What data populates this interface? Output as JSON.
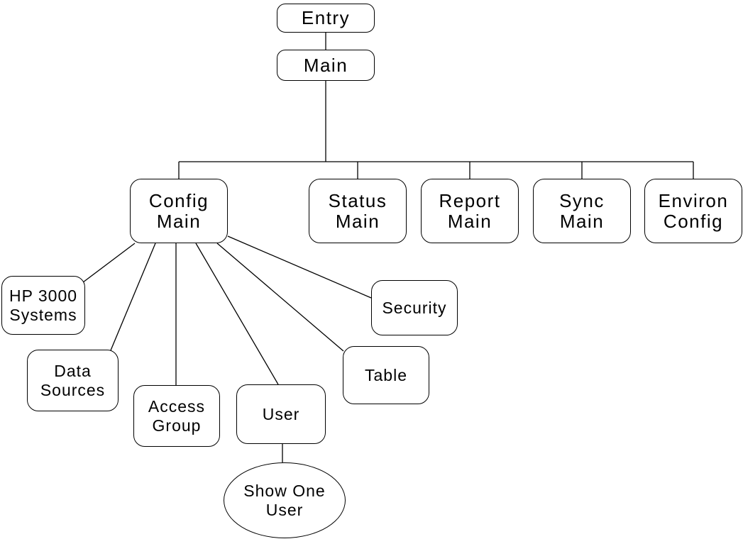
{
  "diagram": {
    "type": "menu-hierarchy-tree",
    "background_color": "#ffffff",
    "line_color": "#000000",
    "text_color": "#000000",
    "nodes": {
      "entry": {
        "label": "Entry",
        "shape": "rounded-box"
      },
      "main": {
        "label": "Main",
        "shape": "rounded-box"
      },
      "config_main": {
        "label": "Config\nMain",
        "shape": "rounded-box"
      },
      "status_main": {
        "label": "Status\nMain",
        "shape": "rounded-box"
      },
      "report_main": {
        "label": "Report\nMain",
        "shape": "rounded-box"
      },
      "sync_main": {
        "label": "Sync\nMain",
        "shape": "rounded-box"
      },
      "environ_config": {
        "label": "Environ\nConfig",
        "shape": "rounded-box"
      },
      "hp3000_systems": {
        "label": "HP 3000\nSystems",
        "shape": "rounded-box"
      },
      "data_sources": {
        "label": "Data\nSources",
        "shape": "rounded-box"
      },
      "access_group": {
        "label": "Access\nGroup",
        "shape": "rounded-box"
      },
      "user": {
        "label": "User",
        "shape": "rounded-box"
      },
      "table": {
        "label": "Table",
        "shape": "rounded-box"
      },
      "security": {
        "label": "Security",
        "shape": "rounded-box"
      },
      "show_one_user": {
        "label": "Show One\nUser",
        "shape": "ellipse"
      }
    },
    "edges": [
      {
        "from": "entry",
        "to": "main"
      },
      {
        "from": "main",
        "to": "config_main"
      },
      {
        "from": "main",
        "to": "status_main"
      },
      {
        "from": "main",
        "to": "report_main"
      },
      {
        "from": "main",
        "to": "sync_main"
      },
      {
        "from": "main",
        "to": "environ_config"
      },
      {
        "from": "config_main",
        "to": "hp3000_systems"
      },
      {
        "from": "config_main",
        "to": "data_sources"
      },
      {
        "from": "config_main",
        "to": "access_group"
      },
      {
        "from": "config_main",
        "to": "user"
      },
      {
        "from": "config_main",
        "to": "table"
      },
      {
        "from": "config_main",
        "to": "security"
      },
      {
        "from": "user",
        "to": "show_one_user"
      }
    ]
  }
}
